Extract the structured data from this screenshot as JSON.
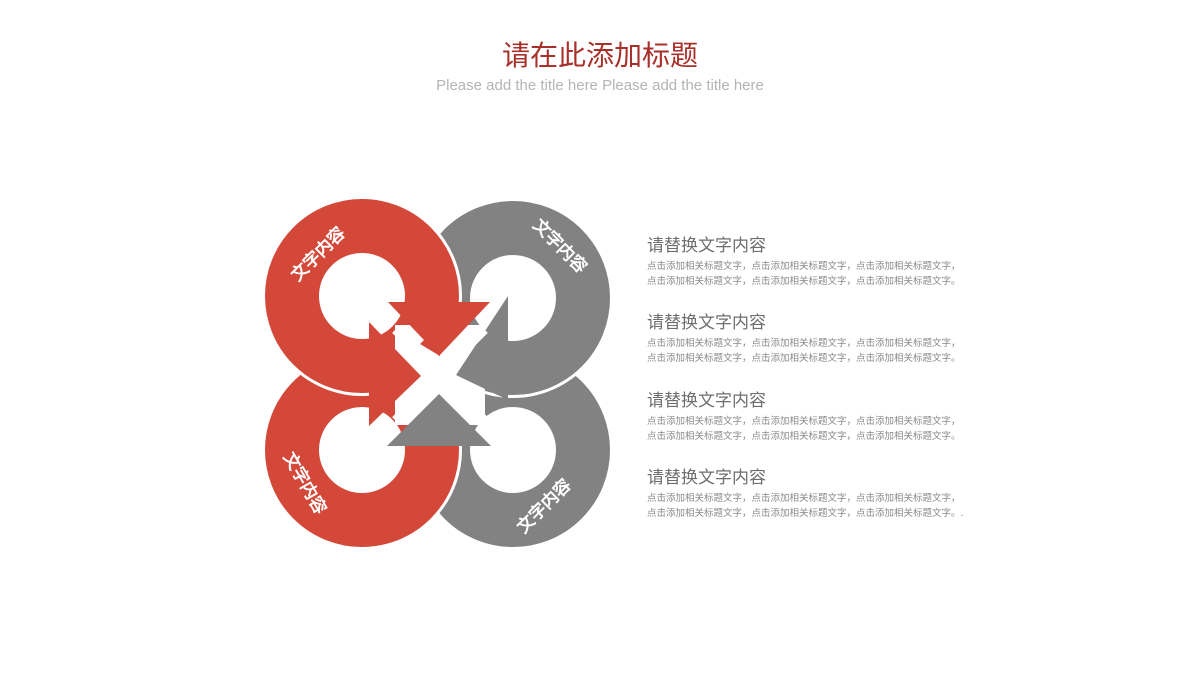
{
  "header": {
    "title": "请在此添加标题",
    "subtitle": "Please add the title here Please add the title here"
  },
  "diagram": {
    "labels": [
      "文字内容",
      "文字内容",
      "文字内容",
      "文字内容"
    ],
    "colors": {
      "red": "#d4483a",
      "gray": "#828282"
    }
  },
  "items": [
    {
      "title": "请替换文字内容",
      "line1": "点击添加相关标题文字，点击添加相关标题文字，点击添加相关标题文字，",
      "line2": "点击添加相关标题文字，点击添加相关标题文字，点击添加相关标题文字。"
    },
    {
      "title": "请替换文字内容",
      "line1": "点击添加相关标题文字，点击添加相关标题文字，点击添加相关标题文字，",
      "line2": "点击添加相关标题文字，点击添加相关标题文字，点击添加相关标题文字。"
    },
    {
      "title": "请替换文字内容",
      "line1": "点击添加相关标题文字，点击添加相关标题文字，点击添加相关标题文字，",
      "line2": "点击添加相关标题文字，点击添加相关标题文字，点击添加相关标题文字。"
    },
    {
      "title": "请替换文字内容",
      "line1": "点击添加相关标题文字，点击添加相关标题文字，点击添加相关标题文字，",
      "line2": "点击添加相关标题文字，点击添加相关标题文字，点击添加相关标题文字。."
    }
  ]
}
